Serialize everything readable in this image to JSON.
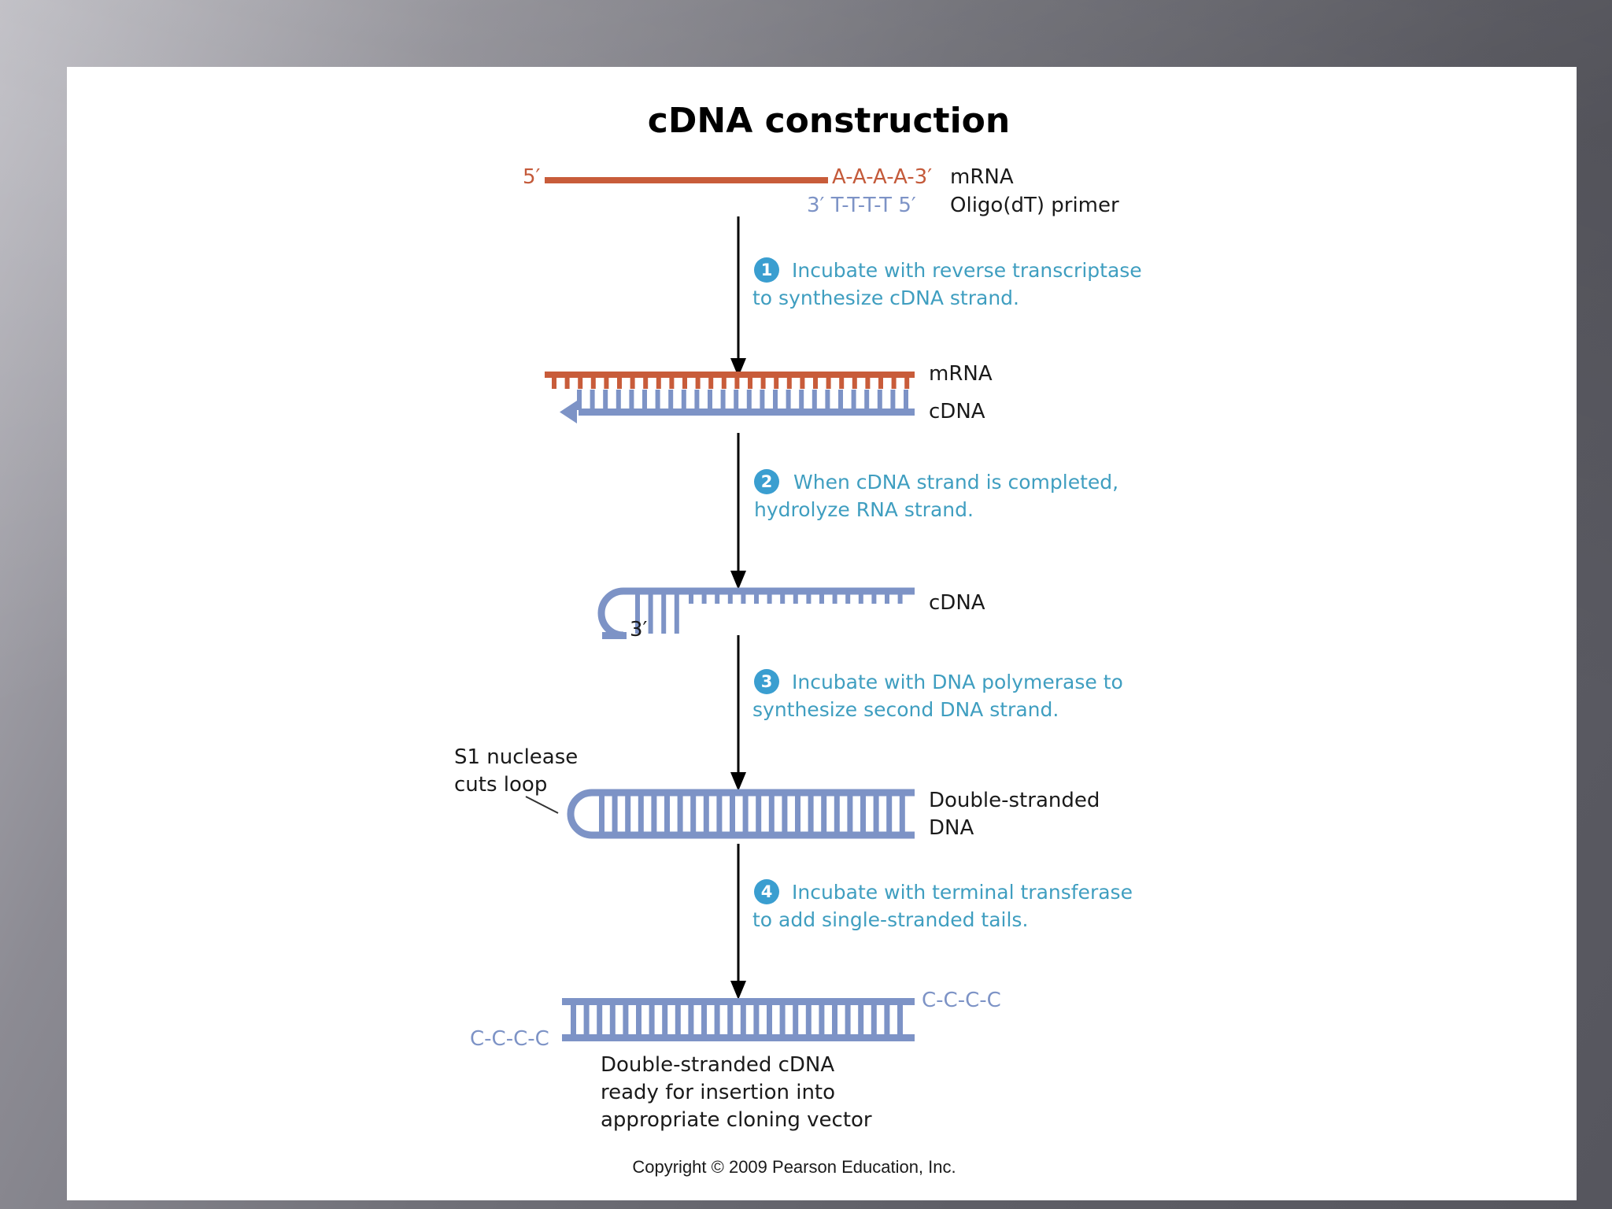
{
  "diagram": {
    "title": "cDNA construction",
    "start": {
      "five_prime": "5′",
      "polyA": "A-A-A-A-3′",
      "mrna_label": "mRNA",
      "primer": "3′  T-T-T-T  5′",
      "primer_label": "Oligo(dT) primer"
    },
    "steps": [
      {
        "number": "1",
        "line1": "Incubate with reverse transcriptase",
        "line2": "to synthesize cDNA strand."
      },
      {
        "number": "2",
        "line1": "When cDNA strand is completed,",
        "line2": "hydrolyze RNA strand."
      },
      {
        "number": "3",
        "line1": "Incubate with DNA polymerase to",
        "line2": "synthesize second DNA strand."
      },
      {
        "number": "4",
        "line1": "Incubate with terminal transferase",
        "line2": "to add single-stranded tails."
      }
    ],
    "hybrid": {
      "mrna_label": "mRNA",
      "cdna_label": "cDNA"
    },
    "hairpin": {
      "cdna_label": "cDNA",
      "three_prime": "3′"
    },
    "double_stranded": {
      "s1_line1": "S1 nuclease",
      "s1_line2": "cuts loop",
      "label_line1": "Double-stranded",
      "label_line2": "DNA"
    },
    "final": {
      "tail_right": "C-C-C-C",
      "tail_left": "C-C-C-C",
      "caption_line1": "Double-stranded cDNA",
      "caption_line2": "ready for insertion into",
      "caption_line3": "appropriate cloning vector"
    },
    "copyright": "Copyright © 2009 Pearson Education, Inc."
  },
  "colors": {
    "mrna": "#c85c3a",
    "dna": "#7d93c6",
    "step_text": "#3f9ec0",
    "step_circle": "#3a9ed0"
  }
}
